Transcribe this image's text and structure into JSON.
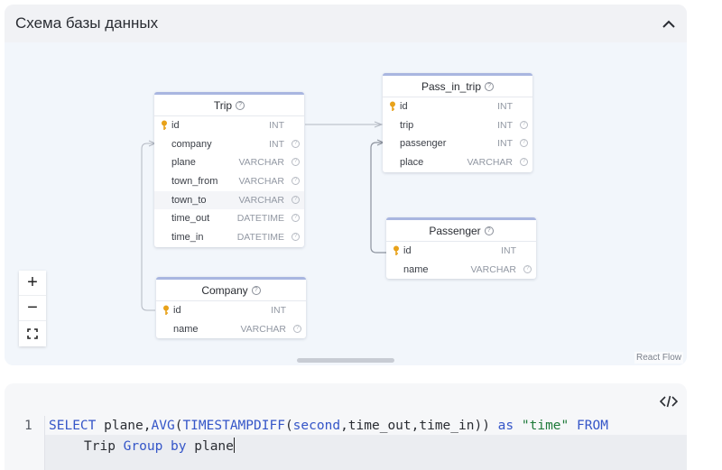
{
  "schema": {
    "title": "Схема базы данных",
    "attribution": "React Flow",
    "tables": {
      "trip": {
        "name": "Trip",
        "columns": [
          {
            "name": "id",
            "type": "INT",
            "pk": true
          },
          {
            "name": "company",
            "type": "INT"
          },
          {
            "name": "plane",
            "type": "VARCHAR"
          },
          {
            "name": "town_from",
            "type": "VARCHAR"
          },
          {
            "name": "town_to",
            "type": "VARCHAR"
          },
          {
            "name": "time_out",
            "type": "DATETIME"
          },
          {
            "name": "time_in",
            "type": "DATETIME"
          }
        ]
      },
      "pass_in_trip": {
        "name": "Pass_in_trip",
        "columns": [
          {
            "name": "id",
            "type": "INT",
            "pk": true
          },
          {
            "name": "trip",
            "type": "INT"
          },
          {
            "name": "passenger",
            "type": "INT"
          },
          {
            "name": "place",
            "type": "VARCHAR"
          }
        ]
      },
      "passenger": {
        "name": "Passenger",
        "columns": [
          {
            "name": "id",
            "type": "INT",
            "pk": true
          },
          {
            "name": "name",
            "type": "VARCHAR"
          }
        ]
      },
      "company": {
        "name": "Company",
        "columns": [
          {
            "name": "id",
            "type": "INT",
            "pk": true
          },
          {
            "name": "name",
            "type": "VARCHAR"
          }
        ]
      }
    },
    "zoom": {
      "in": "+",
      "out": "−"
    }
  },
  "editor": {
    "line_number": "1",
    "tokens_line1": {
      "select": "SELECT",
      "cols": " plane,",
      "avg": "AVG",
      "p1": "(",
      "tsd": "TIMESTAMPDIFF",
      "p2": "(",
      "second": "second",
      "args": ",time_out,time_in",
      "p3": "))",
      "sp": " ",
      "as": "as",
      "sp2": " ",
      "alias": "\"time\"",
      "sp3": " ",
      "from": "FROM"
    },
    "tokens_line2": {
      "table": "Trip ",
      "group": "Group",
      "sp": " ",
      "by": "by",
      "rest": " plane"
    }
  }
}
